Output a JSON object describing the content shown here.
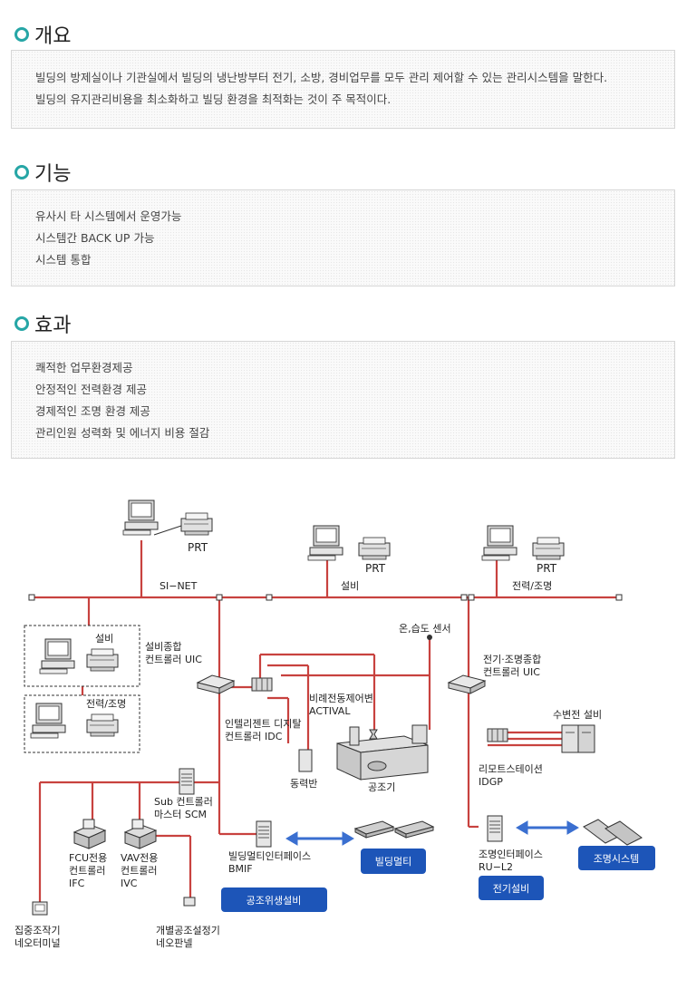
{
  "sections": {
    "overview": {
      "title": "개요",
      "lines": [
        "빌딩의 방제실이나 기관실에서 빌딩의 냉난방부터 전기, 소방, 경비업무를 모두 관리 제어할 수 있는 관리시스템을 말한다.",
        "빌딩의 유지관리비용을 최소화하고 빌딩 환경을 최적화는 것이 주 목적이다."
      ]
    },
    "functions": {
      "title": "기능",
      "lines": [
        "유사시 타 시스템에서 운영가능",
        "시스템간 BACK UP 가능",
        "시스템 통합"
      ]
    },
    "effects": {
      "title": "효과",
      "lines": [
        "쾌적한 업무환경제공",
        "안정적인 전력환경 제공",
        "경제적인 조명 환경 제공",
        "관리인원 성력화 및 에너지 비용 절감"
      ]
    }
  },
  "diagram": {
    "prt1": "PRT",
    "prt2": "PRT",
    "prt3": "PRT",
    "si_net": "SI−NET",
    "seolbi_top": "설비",
    "power_light_top": "전력/조명",
    "seolbi_box": "설비",
    "power_light_box": "전력/조명",
    "uic_left": [
      "설비종합",
      "컨트롤러 UIC"
    ],
    "uic_right": [
      "전기·조명종합",
      "컨트롤러 UIC"
    ],
    "idc": [
      "인텔리젠트 디지탈",
      "컨트롤러 IDC"
    ],
    "activ": [
      "비례전동제어변",
      "ACTIVAL"
    ],
    "sensor": "온,습도 센서",
    "power_panel": "동력반",
    "ahu": "공조기",
    "substation": "수변전 설비",
    "idgp": [
      "리모트스테이션",
      "IDGP"
    ],
    "scm": [
      "Sub 컨트롤러",
      "마스터 SCM"
    ],
    "ifc": [
      "FCU전용",
      "컨트롤러",
      "IFC"
    ],
    "ivc": [
      "VAV전용",
      "컨트롤러",
      "IVC"
    ],
    "bmif": [
      "빌딩멀티인터페이스",
      "BMIF"
    ],
    "rul2": [
      "조명인터페이스",
      "RU−L2"
    ],
    "terminal": [
      "집중조작기",
      "네오터미널"
    ],
    "panel": [
      "개별공조설정기",
      "네오판넬"
    ],
    "tag_building_multi": "빌딩멀티",
    "tag_hvac": "공조위생설비",
    "tag_lighting": "조명시스템",
    "tag_electrical": "전기설비",
    "colors": {
      "line": "#c8423f",
      "tag": "#1d55b8",
      "arrow": "#3a6fd0",
      "accent": "#26a6a6"
    }
  }
}
